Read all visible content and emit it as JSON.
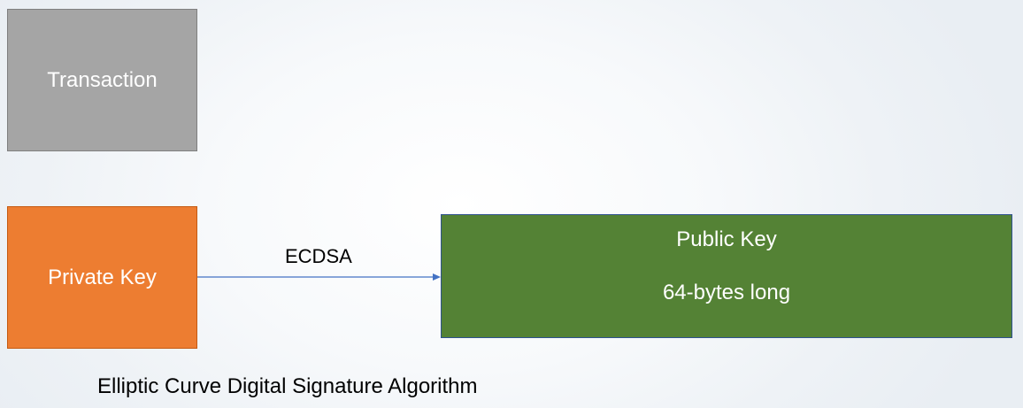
{
  "nodes": {
    "transaction": {
      "label": "Transaction"
    },
    "private_key": {
      "label": "Private Key"
    },
    "public_key": {
      "title": "Public Key",
      "subtitle": "64-bytes long"
    }
  },
  "edges": {
    "ecdsa": {
      "label": "ECDSA",
      "from": "private_key",
      "to": "public_key"
    }
  },
  "caption": "Elliptic Curve Digital Signature Algorithm",
  "colors": {
    "transaction_fill": "#a5a5a5",
    "private_key_fill": "#ed7d31",
    "public_key_fill": "#548235",
    "public_key_border": "#2f528f",
    "arrow": "#4472c4"
  }
}
